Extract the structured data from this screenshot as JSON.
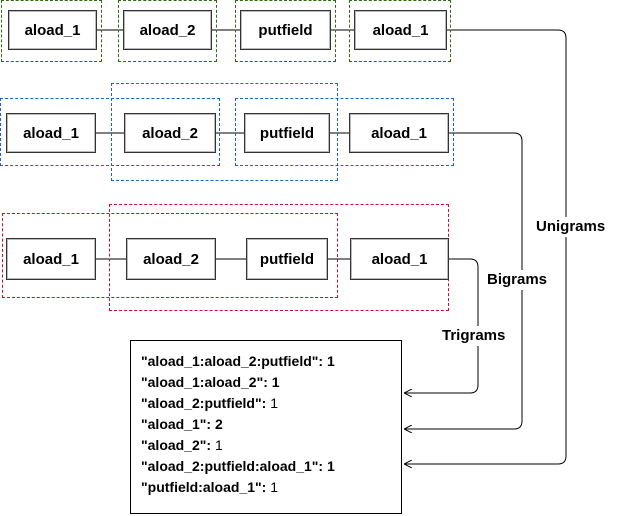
{
  "sequence": [
    "aload_1",
    "aload_2",
    "putfield",
    "aload_1"
  ],
  "ngram_labels": {
    "unigrams": "Unigrams",
    "bigrams": "Bigrams",
    "trigrams": "Trigrams"
  },
  "group_colors": {
    "unigrams": "#2e6b10",
    "bigrams": "#1f5fd6",
    "trigrams": "#c8102e"
  },
  "counts": [
    {
      "key": "\"aload_1:aload_2:putfield\"",
      "sep": ": ",
      "value": "1"
    },
    {
      "key": "\"aload_1:aload_2\"",
      "sep": ": ",
      "value": "1"
    },
    {
      "key": "\"aload_2:putfield\"",
      "sep": ": ",
      "value": "1"
    },
    {
      "key": "\"aload_1\"",
      "sep": ": ",
      "value": "2"
    },
    {
      "key": "\"aload_2\"",
      "sep": ": ",
      "value": "1"
    },
    {
      "key": "\"aload_2:putfield:aload_1\"",
      "sep": ": ",
      "value": "1"
    },
    {
      "key": "\"putfield:aload_1\"",
      "sep": ": ",
      "value": "1"
    }
  ]
}
